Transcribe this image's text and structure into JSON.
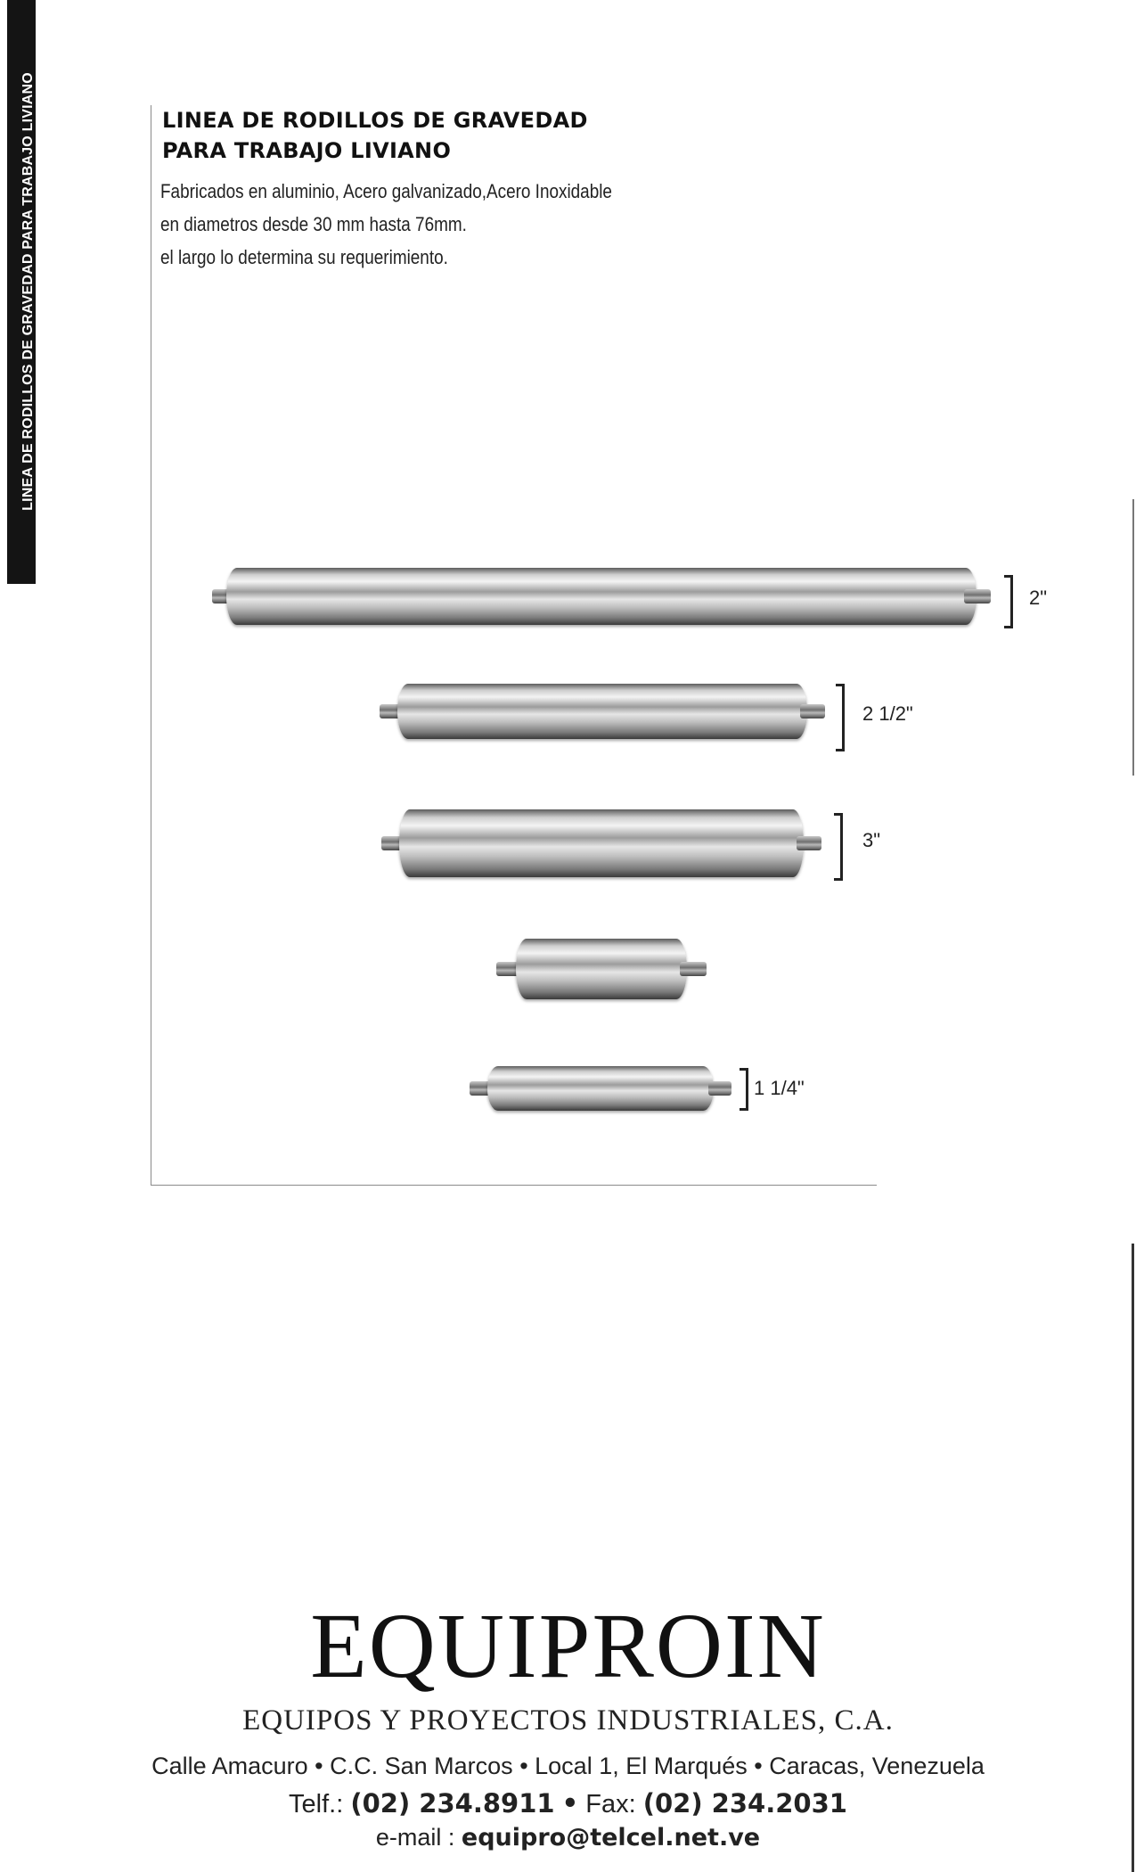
{
  "side_tab": {
    "text": "LINEA DE RODILLOS DE GRAVEDAD PARA TRABAJO LIVIANO"
  },
  "heading": {
    "line1": "LINEA DE RODILLOS DE GRAVEDAD",
    "line2": "PARA TRABAJO LIVIANO"
  },
  "description": {
    "line1": "Fabricados en aluminio, Acero galvanizado,Acero Inoxidable",
    "line2": "en diametros desde 30 mm hasta 76mm.",
    "line3": "el largo lo determina su requerimiento."
  },
  "rollers": [
    {
      "size_label": "2\""
    },
    {
      "size_label": "2 1/2\""
    },
    {
      "size_label": "3\""
    },
    {
      "size_label": ""
    },
    {
      "size_label": "1 1/4\""
    }
  ],
  "company": {
    "logo": "EQUIPROIN",
    "name": "EQUIPOS Y PROYECTOS INDUSTRIALES, C.A.",
    "address": "Calle Amacuro • C.C. San Marcos • Local 1, El Marqués • Caracas, Venezuela",
    "phone_prefix": "Telf.:",
    "phone": "(02) 234.8911",
    "separator": "•",
    "fax_prefix": "Fax:",
    "fax": "(02) 234.2031",
    "email_prefix": "e-mail :",
    "email": "equipro@telcel.net.ve"
  }
}
